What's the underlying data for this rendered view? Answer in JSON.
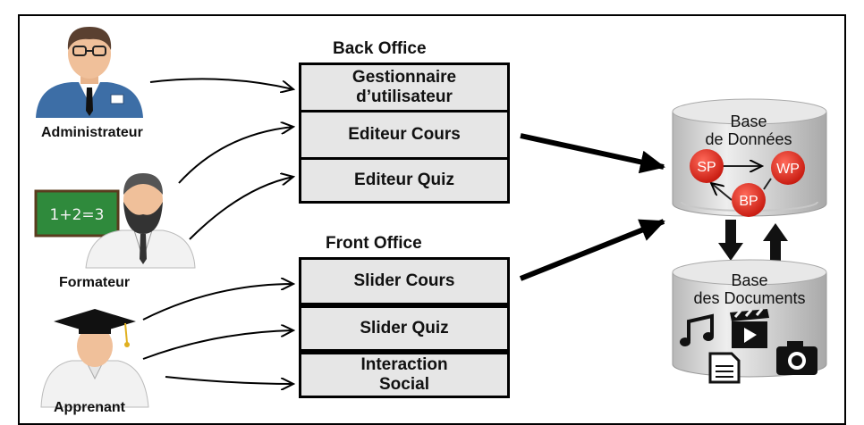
{
  "back_office": {
    "title": "Back Office",
    "boxes": [
      "Gestionnaire\nd’utilisateur",
      "Editeur Cours",
      "Editeur Quiz"
    ]
  },
  "front_office": {
    "title": "Front Office",
    "boxes": [
      "Slider Cours",
      "Slider Quiz",
      "Interaction\nSocial"
    ]
  },
  "actors": [
    "Administrateur",
    "Formateur",
    "Apprenant"
  ],
  "formateur_board_text": "1+2=3",
  "database": {
    "title": "Base\nde Données",
    "nodes": [
      "SP",
      "WP",
      "BP"
    ]
  },
  "documents": {
    "title": "Base\ndes Documents",
    "icons": [
      "music-note-icon",
      "video-clapper-icon",
      "document-icon",
      "camera-icon"
    ]
  },
  "colors": {
    "box_fill": "#e6e6e6",
    "db_fill": "#d9d9d9",
    "node_fill": "#d8281c",
    "actor_skin": "#f0c09a",
    "admin_shirt": "#3d6ea6",
    "board": "#2f8a3c"
  }
}
